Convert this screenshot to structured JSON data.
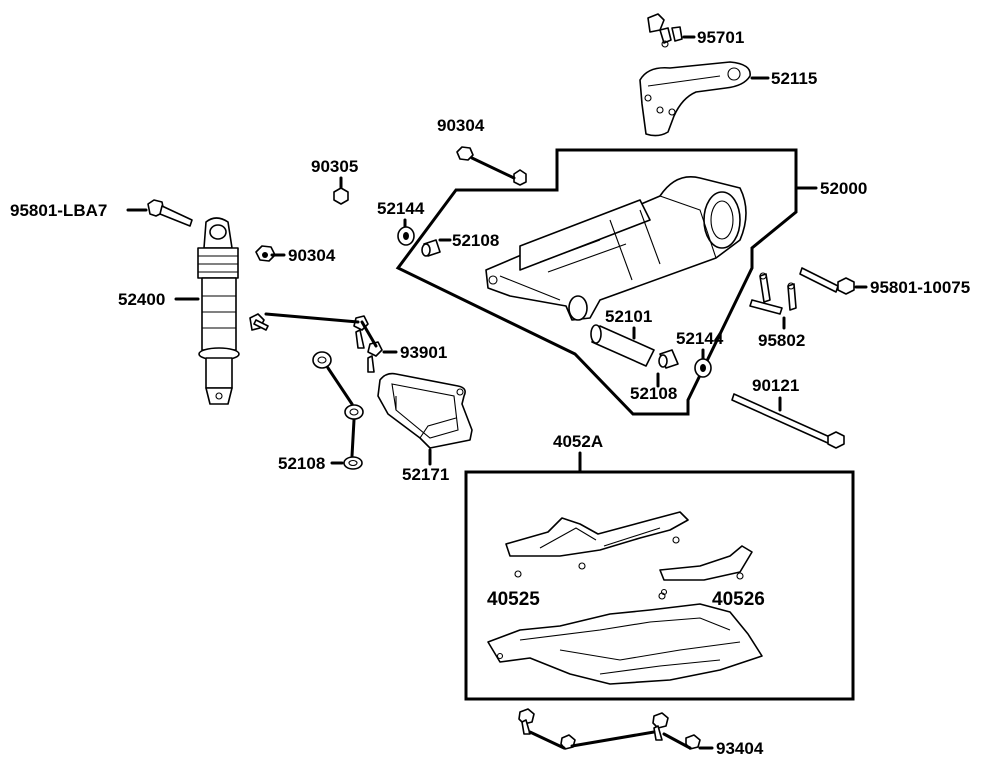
{
  "labels": {
    "p95701": "95701",
    "p52115": "52115",
    "p90304a": "90304",
    "p90305": "90305",
    "p52000": "52000",
    "p95801lba7": "95801-LBA7",
    "p52144a": "52144",
    "p52108a": "52108",
    "p90304b": "90304",
    "p95801_10075": "95801-10075",
    "p52400": "52400",
    "p52101": "52101",
    "p52144b": "52144",
    "p95802": "95802",
    "p93901": "93901",
    "p52108b": "52108",
    "p90121": "90121",
    "p52108c": "52108",
    "p52171": "52171",
    "p4052A": "4052A",
    "p40525": "40525",
    "p40526": "40526",
    "p93404": "93404"
  }
}
